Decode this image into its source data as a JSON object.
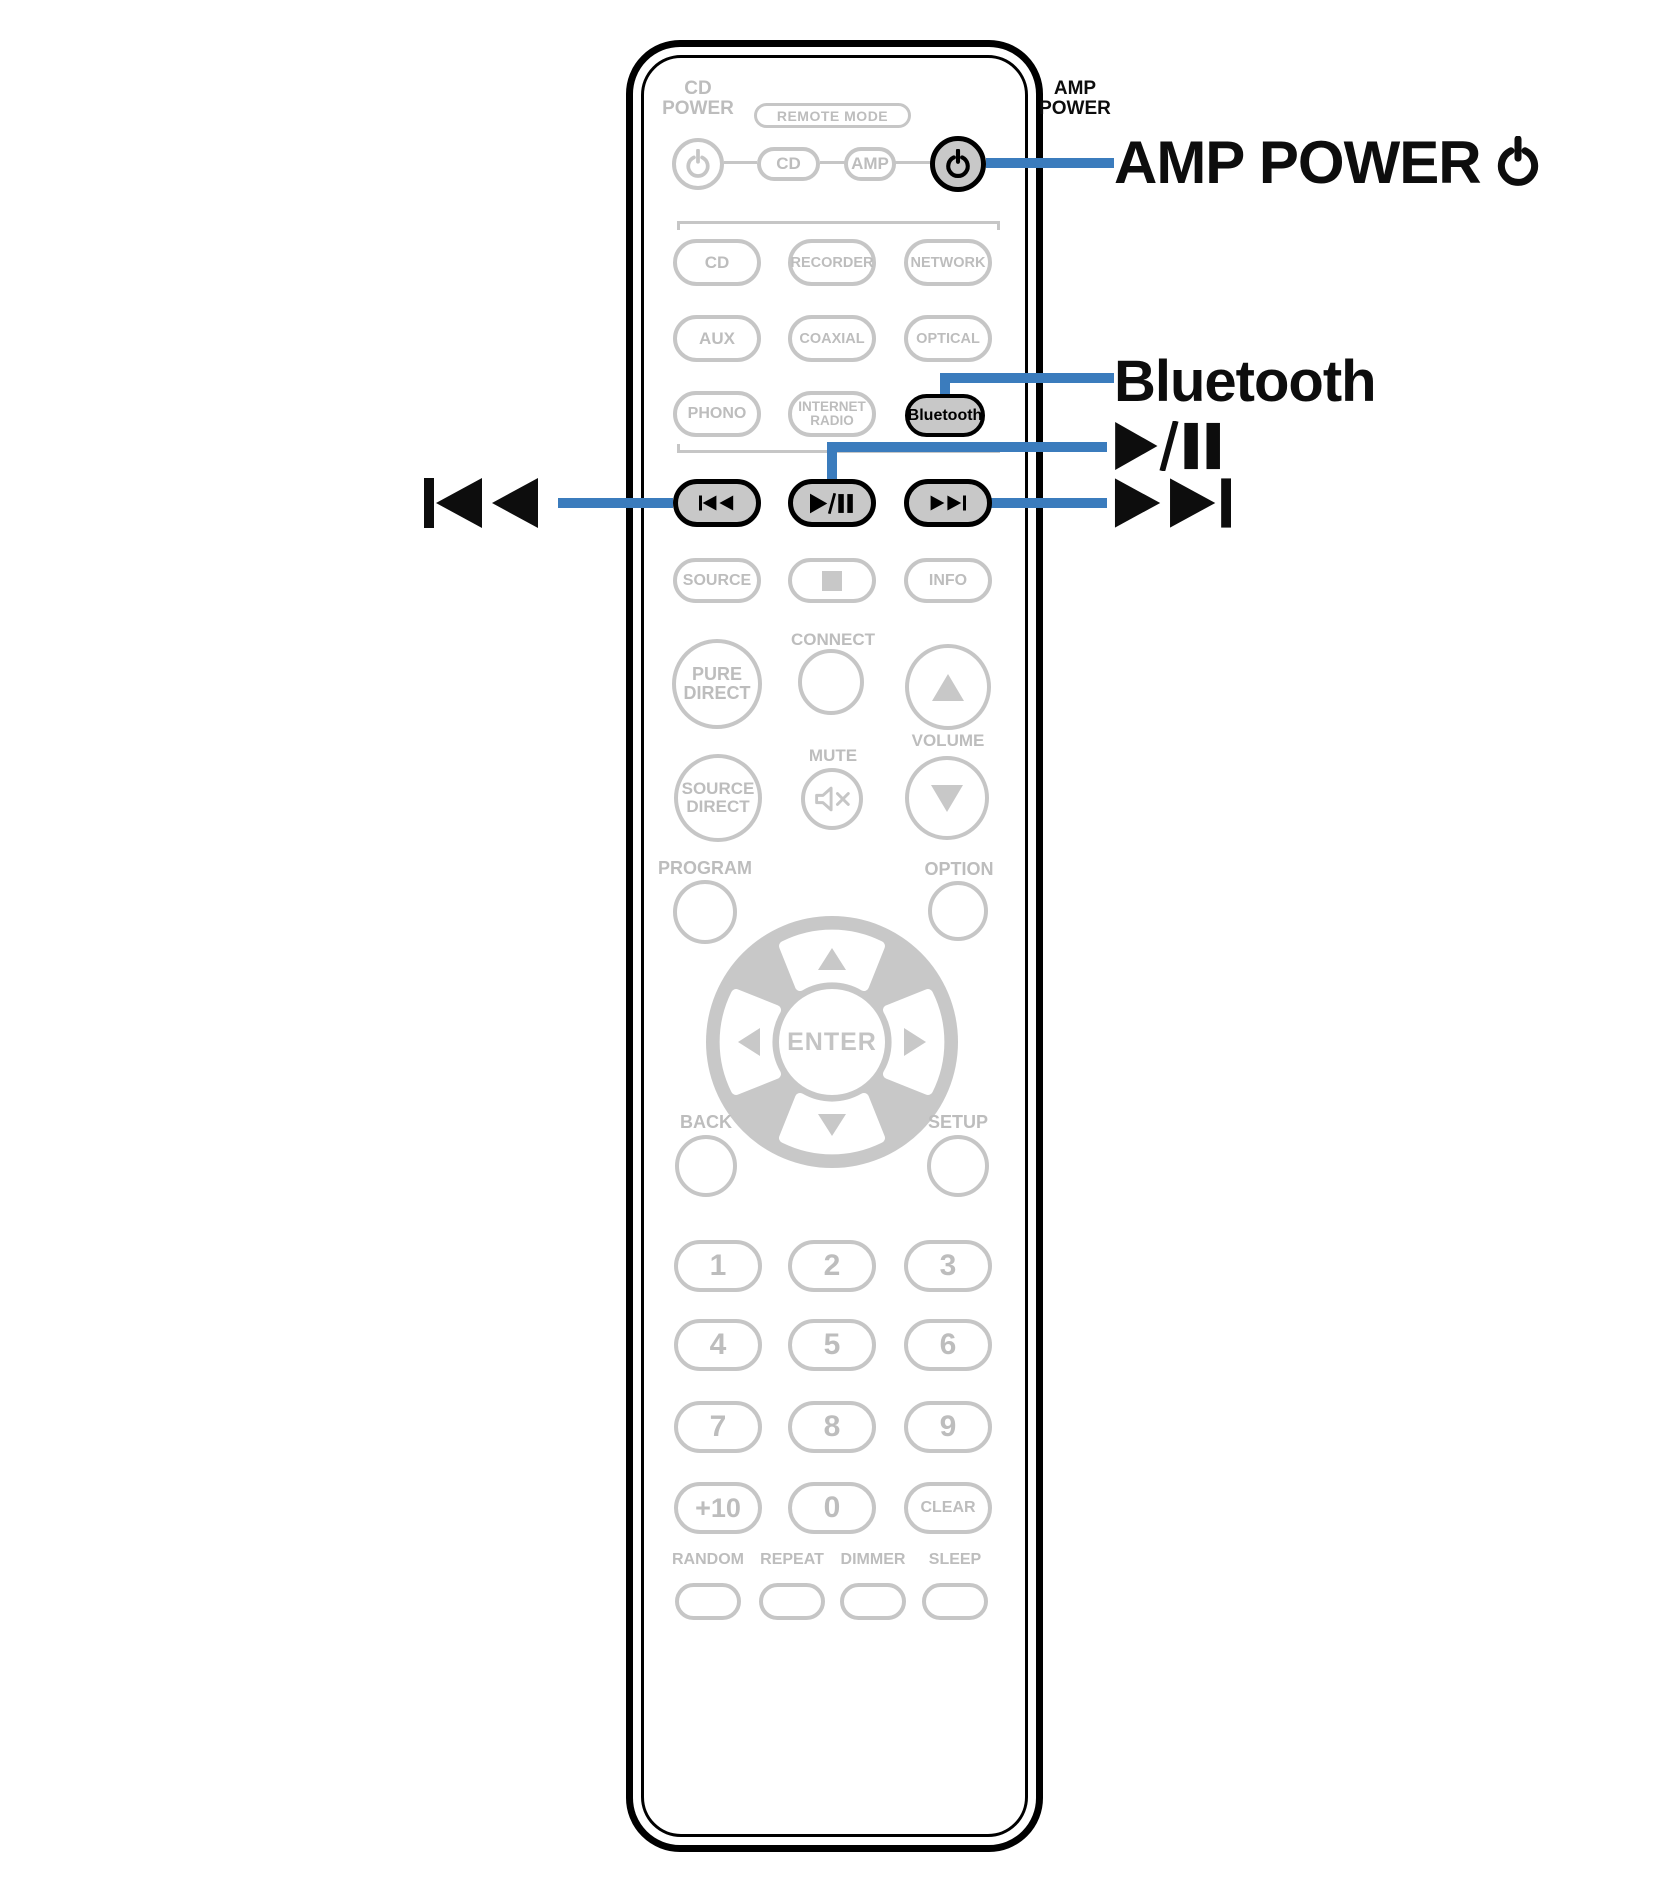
{
  "colors": {
    "callout_blue": "#3B7CBD",
    "active_button_fill": "#C8C8C8",
    "inactive_outline": "#C6C6C6",
    "inactive_text": "#BDBDBD"
  },
  "icons": {
    "power": "power-icon",
    "skip_back": "skip-back-icon",
    "play_pause": "play-pause-icon",
    "skip_forward": "skip-forward-icon",
    "stop": "stop-icon",
    "mute": "speaker-mute-icon",
    "volume_up": "triangle-up-icon",
    "volume_down": "triangle-down-icon"
  },
  "callouts": {
    "amp_power": "AMP POWER",
    "bluetooth": "Bluetooth"
  },
  "remote": {
    "cd_power": [
      "CD",
      "POWER"
    ],
    "amp_power": [
      "AMP",
      "POWER"
    ],
    "remote_mode": "REMOTE MODE",
    "mode_cd": "CD",
    "mode_amp": "AMP",
    "sources": [
      "CD",
      "RECORDER",
      "NETWORK",
      "AUX",
      "COAXIAL",
      "OPTICAL",
      "PHONO"
    ],
    "internet_radio": [
      "INTERNET",
      "RADIO"
    ],
    "bluetooth": "Bluetooth",
    "source": "SOURCE",
    "info": "INFO",
    "connect": "CONNECT",
    "pure_direct": [
      "PURE",
      "DIRECT"
    ],
    "volume": "VOLUME",
    "source_direct": [
      "SOURCE",
      "DIRECT"
    ],
    "mute": "MUTE",
    "program": "PROGRAM",
    "option": "OPTION",
    "enter": "ENTER",
    "back": "BACK",
    "setup": "SETUP",
    "keypad": [
      "1",
      "2",
      "3",
      "4",
      "5",
      "6",
      "7",
      "8",
      "9",
      "+10",
      "0",
      "CLEAR"
    ],
    "bottom": [
      "RANDOM",
      "REPEAT",
      "DIMMER",
      "SLEEP"
    ]
  }
}
